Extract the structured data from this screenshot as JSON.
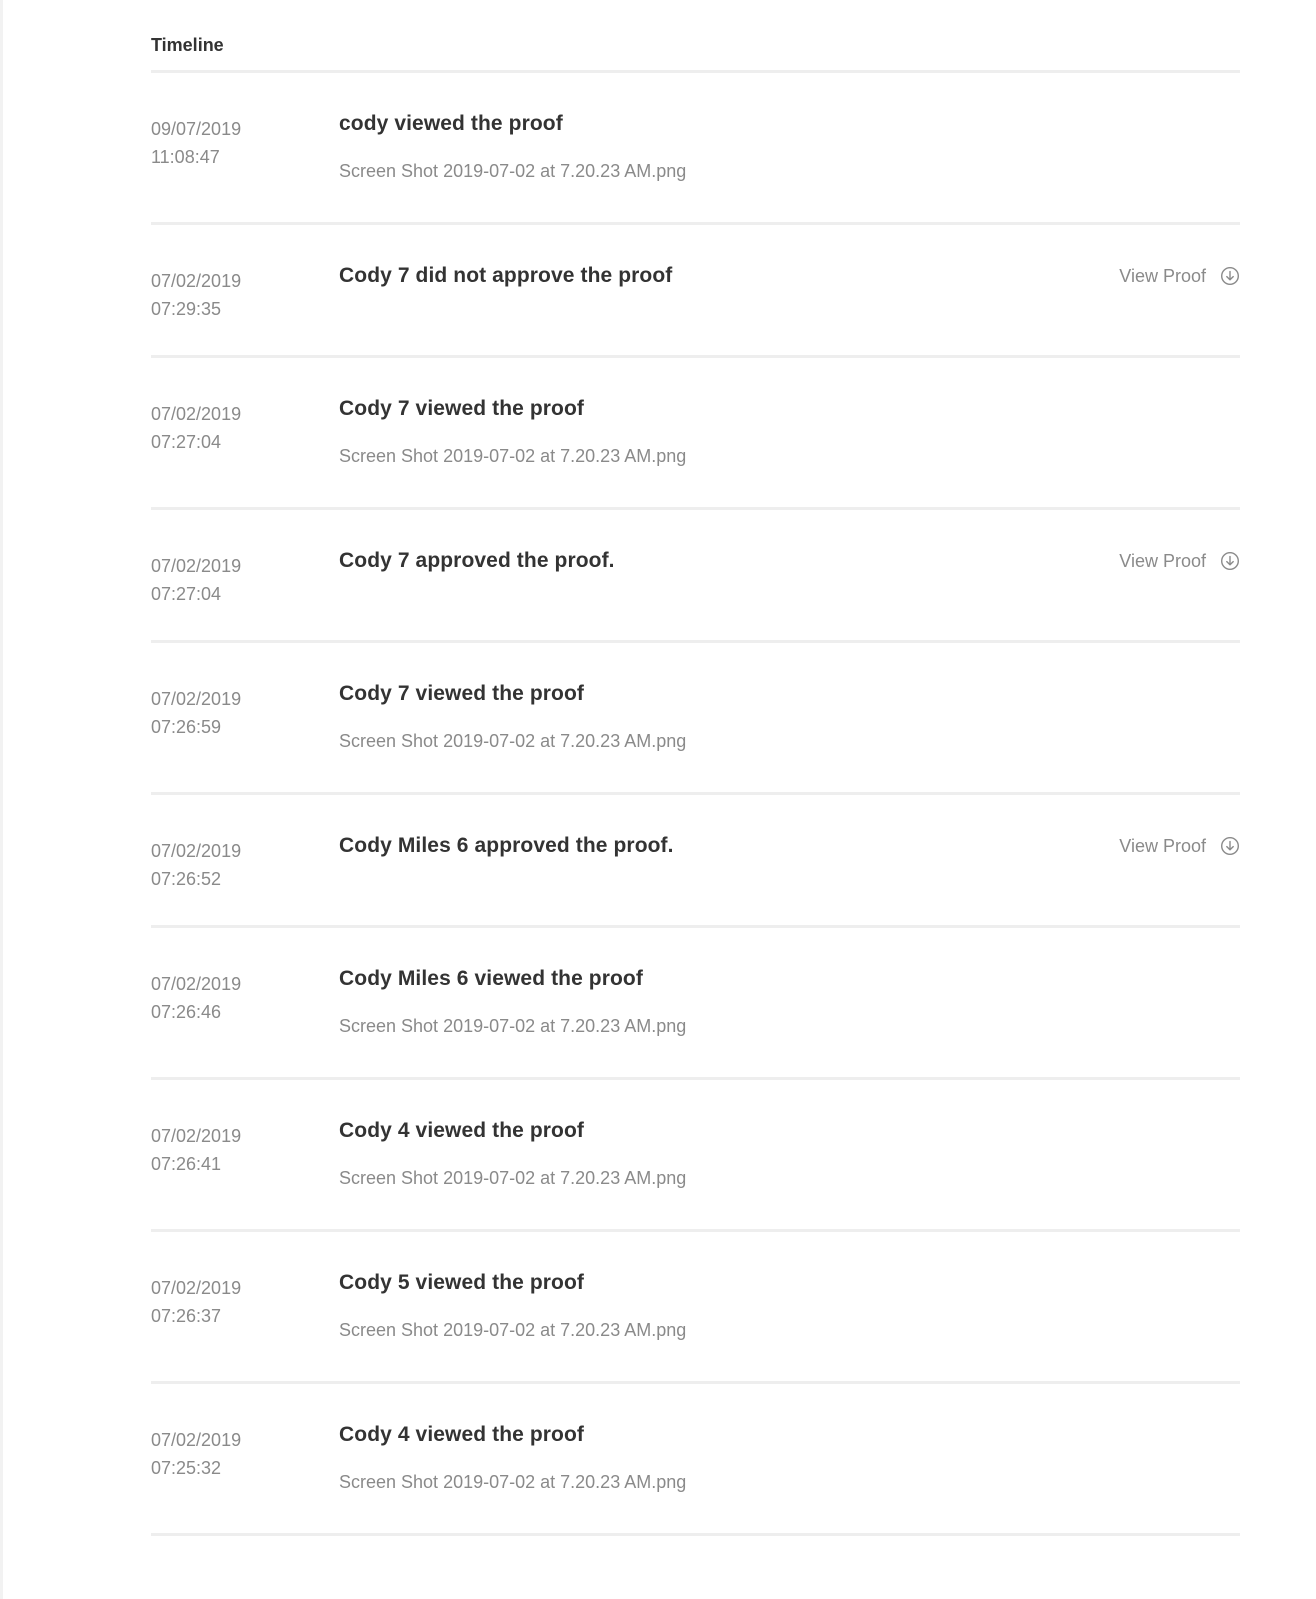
{
  "timeline": {
    "title": "Timeline",
    "entries": [
      {
        "date": "09/07/2019",
        "time": "11:08:47",
        "title": "cody viewed the proof",
        "file": "Screen Shot 2019-07-02 at 7.20.23 AM.png",
        "action": ""
      },
      {
        "date": "07/02/2019",
        "time": "07:29:35",
        "title": "Cody 7 did not approve the proof",
        "file": "",
        "action": "View Proof"
      },
      {
        "date": "07/02/2019",
        "time": "07:27:04",
        "title": "Cody 7 viewed the proof",
        "file": "Screen Shot 2019-07-02 at 7.20.23 AM.png",
        "action": ""
      },
      {
        "date": "07/02/2019",
        "time": "07:27:04",
        "title": "Cody 7 approved the proof.",
        "file": "",
        "action": "View Proof"
      },
      {
        "date": "07/02/2019",
        "time": "07:26:59",
        "title": "Cody 7 viewed the proof",
        "file": "Screen Shot 2019-07-02 at 7.20.23 AM.png",
        "action": ""
      },
      {
        "date": "07/02/2019",
        "time": "07:26:52",
        "title": "Cody Miles 6 approved the proof.",
        "file": "",
        "action": "View Proof"
      },
      {
        "date": "07/02/2019",
        "time": "07:26:46",
        "title": "Cody Miles 6 viewed the proof",
        "file": "Screen Shot 2019-07-02 at 7.20.23 AM.png",
        "action": ""
      },
      {
        "date": "07/02/2019",
        "time": "07:26:41",
        "title": "Cody 4 viewed the proof",
        "file": "Screen Shot 2019-07-02 at 7.20.23 AM.png",
        "action": ""
      },
      {
        "date": "07/02/2019",
        "time": "07:26:37",
        "title": "Cody 5 viewed the proof",
        "file": "Screen Shot 2019-07-02 at 7.20.23 AM.png",
        "action": ""
      },
      {
        "date": "07/02/2019",
        "time": "07:25:32",
        "title": "Cody 4 viewed the proof",
        "file": "Screen Shot 2019-07-02 at 7.20.23 AM.png",
        "action": ""
      }
    ]
  },
  "icons": {
    "view_proof": "arrow-down-circle-icon"
  },
  "colors": {
    "text_primary": "#333333",
    "text_muted": "#8a8a8a",
    "divider": "#eeeeee"
  }
}
